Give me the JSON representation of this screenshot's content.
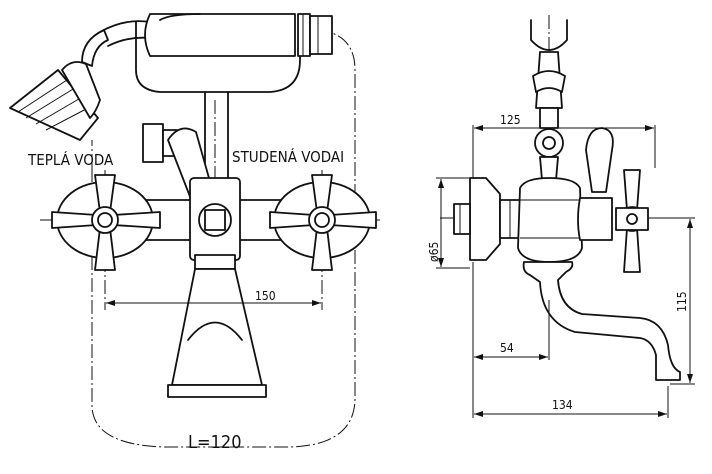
{
  "labels": {
    "hot_water": "TEPLÁ VODA",
    "cold_water": "STUDENÁ VODAI",
    "spout_length": "L=120"
  },
  "dimensions": {
    "handle_spacing": "150",
    "side_depth": "125",
    "flange_diameter": "ø65",
    "wall_to_spout": "54",
    "spout_height": "115",
    "total_projection": "134"
  }
}
